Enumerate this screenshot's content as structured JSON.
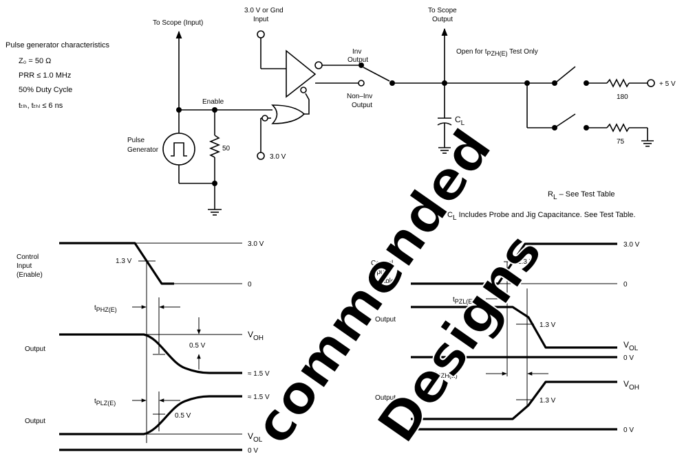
{
  "circuit": {
    "pulse_char_title": "Pulse generator characteristics",
    "pulse_char": [
      "Z₀ = 50 Ω",
      "PRR ≤ 1.0 MHz",
      "50% Duty Cycle",
      "tₜₗₕ, tₜₕₗ ≤ 6 ns"
    ],
    "scope_input": "To Scope (Input)",
    "enable": "Enable",
    "pulse_generator": [
      "Pulse",
      "Generator"
    ],
    "r50": "50",
    "v3_or_gnd": [
      "3.0 V or Gnd",
      "Input"
    ],
    "v3_gate": "3.0 V",
    "inv_output": [
      "Inv",
      "Output"
    ],
    "noninv_output": [
      "Non–Inv",
      "Output"
    ],
    "scope_output": [
      "To Scope",
      "Output"
    ],
    "open_for": "Open for t",
    "open_for_sub": "PZH(E)",
    "open_for_tail": " Test Only",
    "cl": "C",
    "cl_sub": "L",
    "r180": "180",
    "r75": "75",
    "plus5v": "+ 5 V",
    "rl_note": "R",
    "rl_note_sub": "L",
    "rl_note_tail": " – See Test Table",
    "cl_note": "C",
    "cl_note_sub": "L",
    "cl_note_tail": " Includes Probe and Jig Capacitance. See Test Table."
  },
  "left_waves": {
    "control_input": [
      "Control",
      "Input",
      "(Enable)"
    ],
    "v3": "3.0 V",
    "v13": "1.3 V",
    "zero": "0",
    "tphz": "t",
    "tphz_sub": "PHZ(E)",
    "voh": "V",
    "voh_sub": "OH",
    "v05a": "0.5 V",
    "output1": "Output",
    "approx15a": "≈ 1.5 V",
    "tplz": "t",
    "tplz_sub": "PLZ(E)",
    "approx15b": "≈ 1.5 V",
    "v05b": "0.5 V",
    "output2": "Output",
    "vol": "V",
    "vol_sub": "OL",
    "zero_v": "0 V"
  },
  "right_waves": {
    "control_input": [
      "Control",
      "Input",
      "(Enable)"
    ],
    "v3": "3.0 V",
    "v13a": "1.3 V",
    "zero": "0",
    "tpzl": "t",
    "tpzl_sub": "PZL(E)",
    "output1": "Output",
    "v13b": "1.3 V",
    "vol": "V",
    "vol_sub": "OL",
    "zero_v1": "0 V",
    "tpzh": "t",
    "tpzh_sub": "PZH(E)",
    "voh": "V",
    "voh_sub": "OH",
    "output2": "Output",
    "v13c": "1.3 V",
    "zero_v2": "0 V"
  },
  "watermark": [
    "commended",
    "Designs"
  ]
}
